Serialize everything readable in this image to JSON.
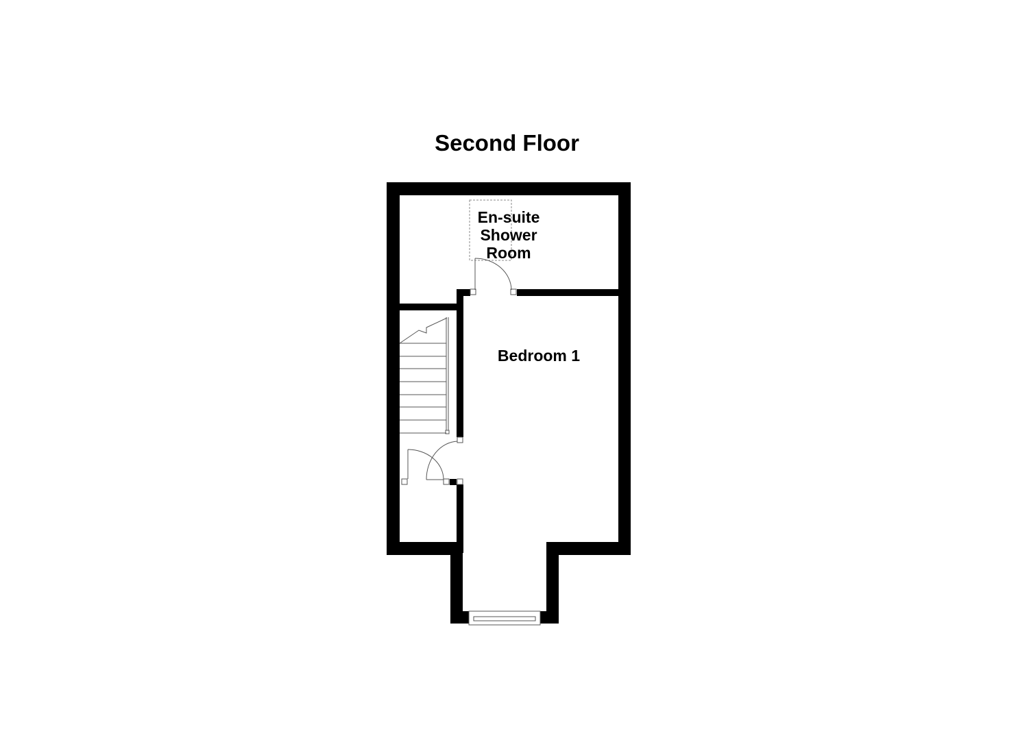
{
  "floorplan": {
    "title": "Second Floor",
    "rooms": [
      {
        "id": "ensuite",
        "label_lines": [
          "En-suite",
          "Shower",
          "Room"
        ]
      },
      {
        "id": "bedroom1",
        "label": "Bedroom 1"
      },
      {
        "id": "stairwell",
        "label": ""
      },
      {
        "id": "landing-cupboard",
        "label": ""
      }
    ],
    "colors": {
      "wall": "#000000",
      "background": "#ffffff",
      "fixture_line": "#555555",
      "shower_dash": "#888888"
    }
  }
}
